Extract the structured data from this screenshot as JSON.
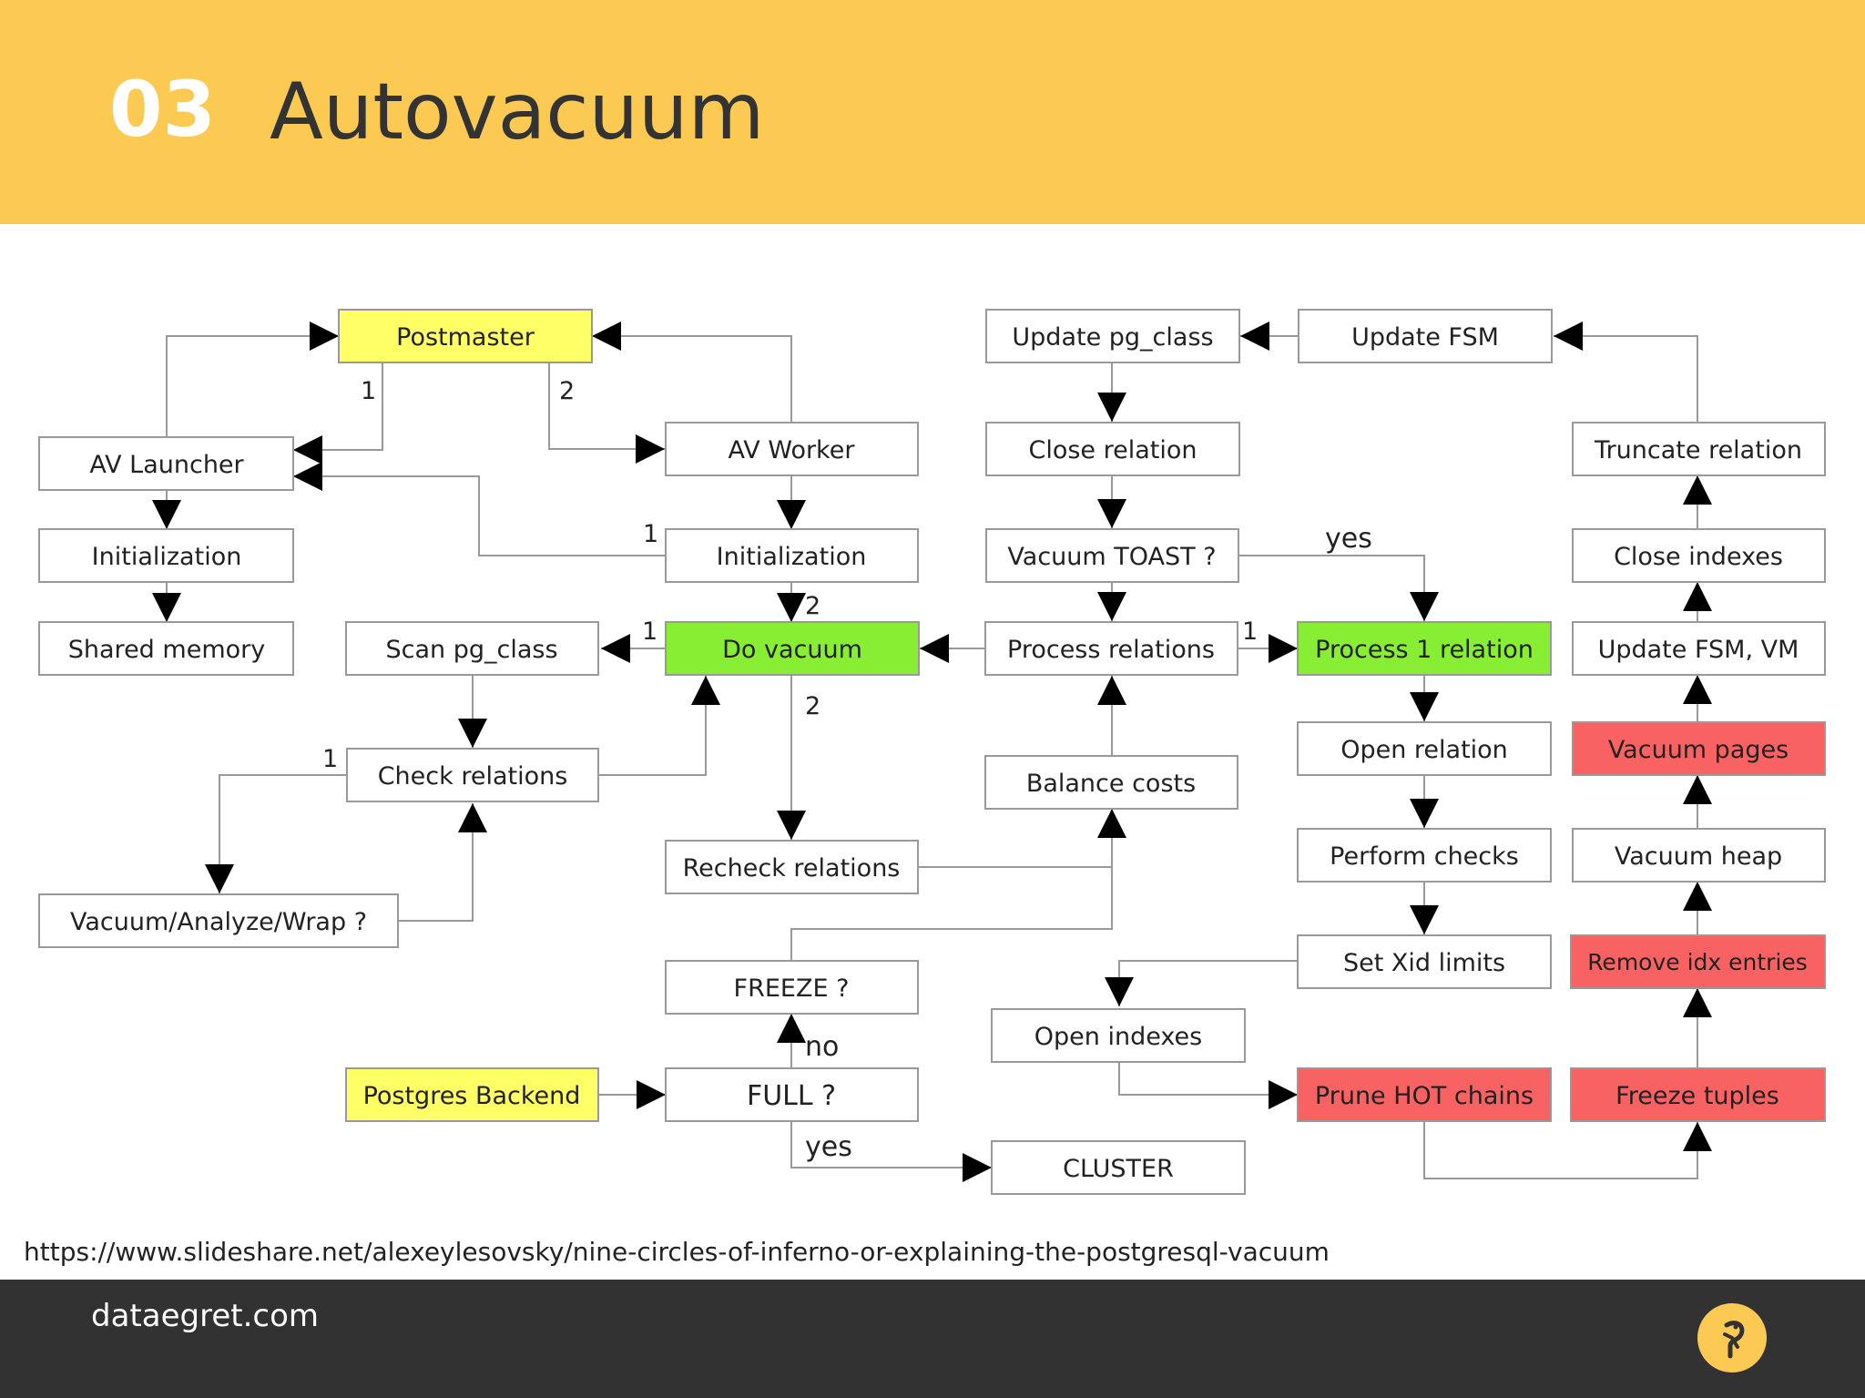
{
  "header": {
    "number": "03",
    "title": "Autovacuum"
  },
  "colors": {
    "header": "#fcca53",
    "footer": "#323232",
    "yellow_box": "#ffff66",
    "green_box": "#88ee33",
    "red_box": "#f86262"
  },
  "nodes": {
    "postmaster": "Postmaster",
    "av_launcher": "AV Launcher",
    "init_launcher": "Initialization",
    "shared_memory": "Shared memory",
    "av_worker": "AV Worker",
    "init_worker": "Initialization",
    "scan_pg_class": "Scan pg_class",
    "do_vacuum": "Do vacuum",
    "check_relations": "Check relations",
    "vacuum_analyze_wrap": "Vacuum/Analyze/Wrap ?",
    "recheck_relations": "Recheck relations",
    "freeze_q": "FREEZE ?",
    "postgres_backend": "Postgres Backend",
    "full_q": "FULL ?",
    "cluster": "CLUSTER",
    "update_pg_class": "Update pg_class",
    "close_relation": "Close relation",
    "vacuum_toast": "Vacuum TOAST ?",
    "process_relations": "Process relations",
    "balance_costs": "Balance costs",
    "open_indexes": "Open indexes",
    "update_fsm": "Update FSM",
    "process_1_relation": "Process 1 relation",
    "open_relation": "Open relation",
    "perform_checks": "Perform checks",
    "set_xid_limits": "Set Xid limits",
    "prune_hot_chains": "Prune HOT chains",
    "truncate_relation": "Truncate relation",
    "close_indexes": "Close indexes",
    "update_fsm_vm": "Update FSM, VM",
    "vacuum_pages": "Vacuum pages",
    "vacuum_heap": "Vacuum heap",
    "remove_idx_entries": "Remove idx entries",
    "freeze_tuples": "Freeze tuples"
  },
  "edge_labels": {
    "pm_launcher": "1",
    "pm_worker": "2",
    "worker_init_launcher": "1",
    "worker_init_dovac": "2",
    "dovac_scan": "1",
    "dovac_recheck": "2",
    "check_vaw": "1",
    "proc_proc1": "1",
    "toast_yes": "yes",
    "full_no": "no",
    "full_yes": "yes"
  },
  "source_url": "https://www.slideshare.net/alexeylesovsky/nine-circles-of-inferno-or-explaining-the-postgresql-vacuum",
  "footer": {
    "brand": "dataegret.com"
  }
}
